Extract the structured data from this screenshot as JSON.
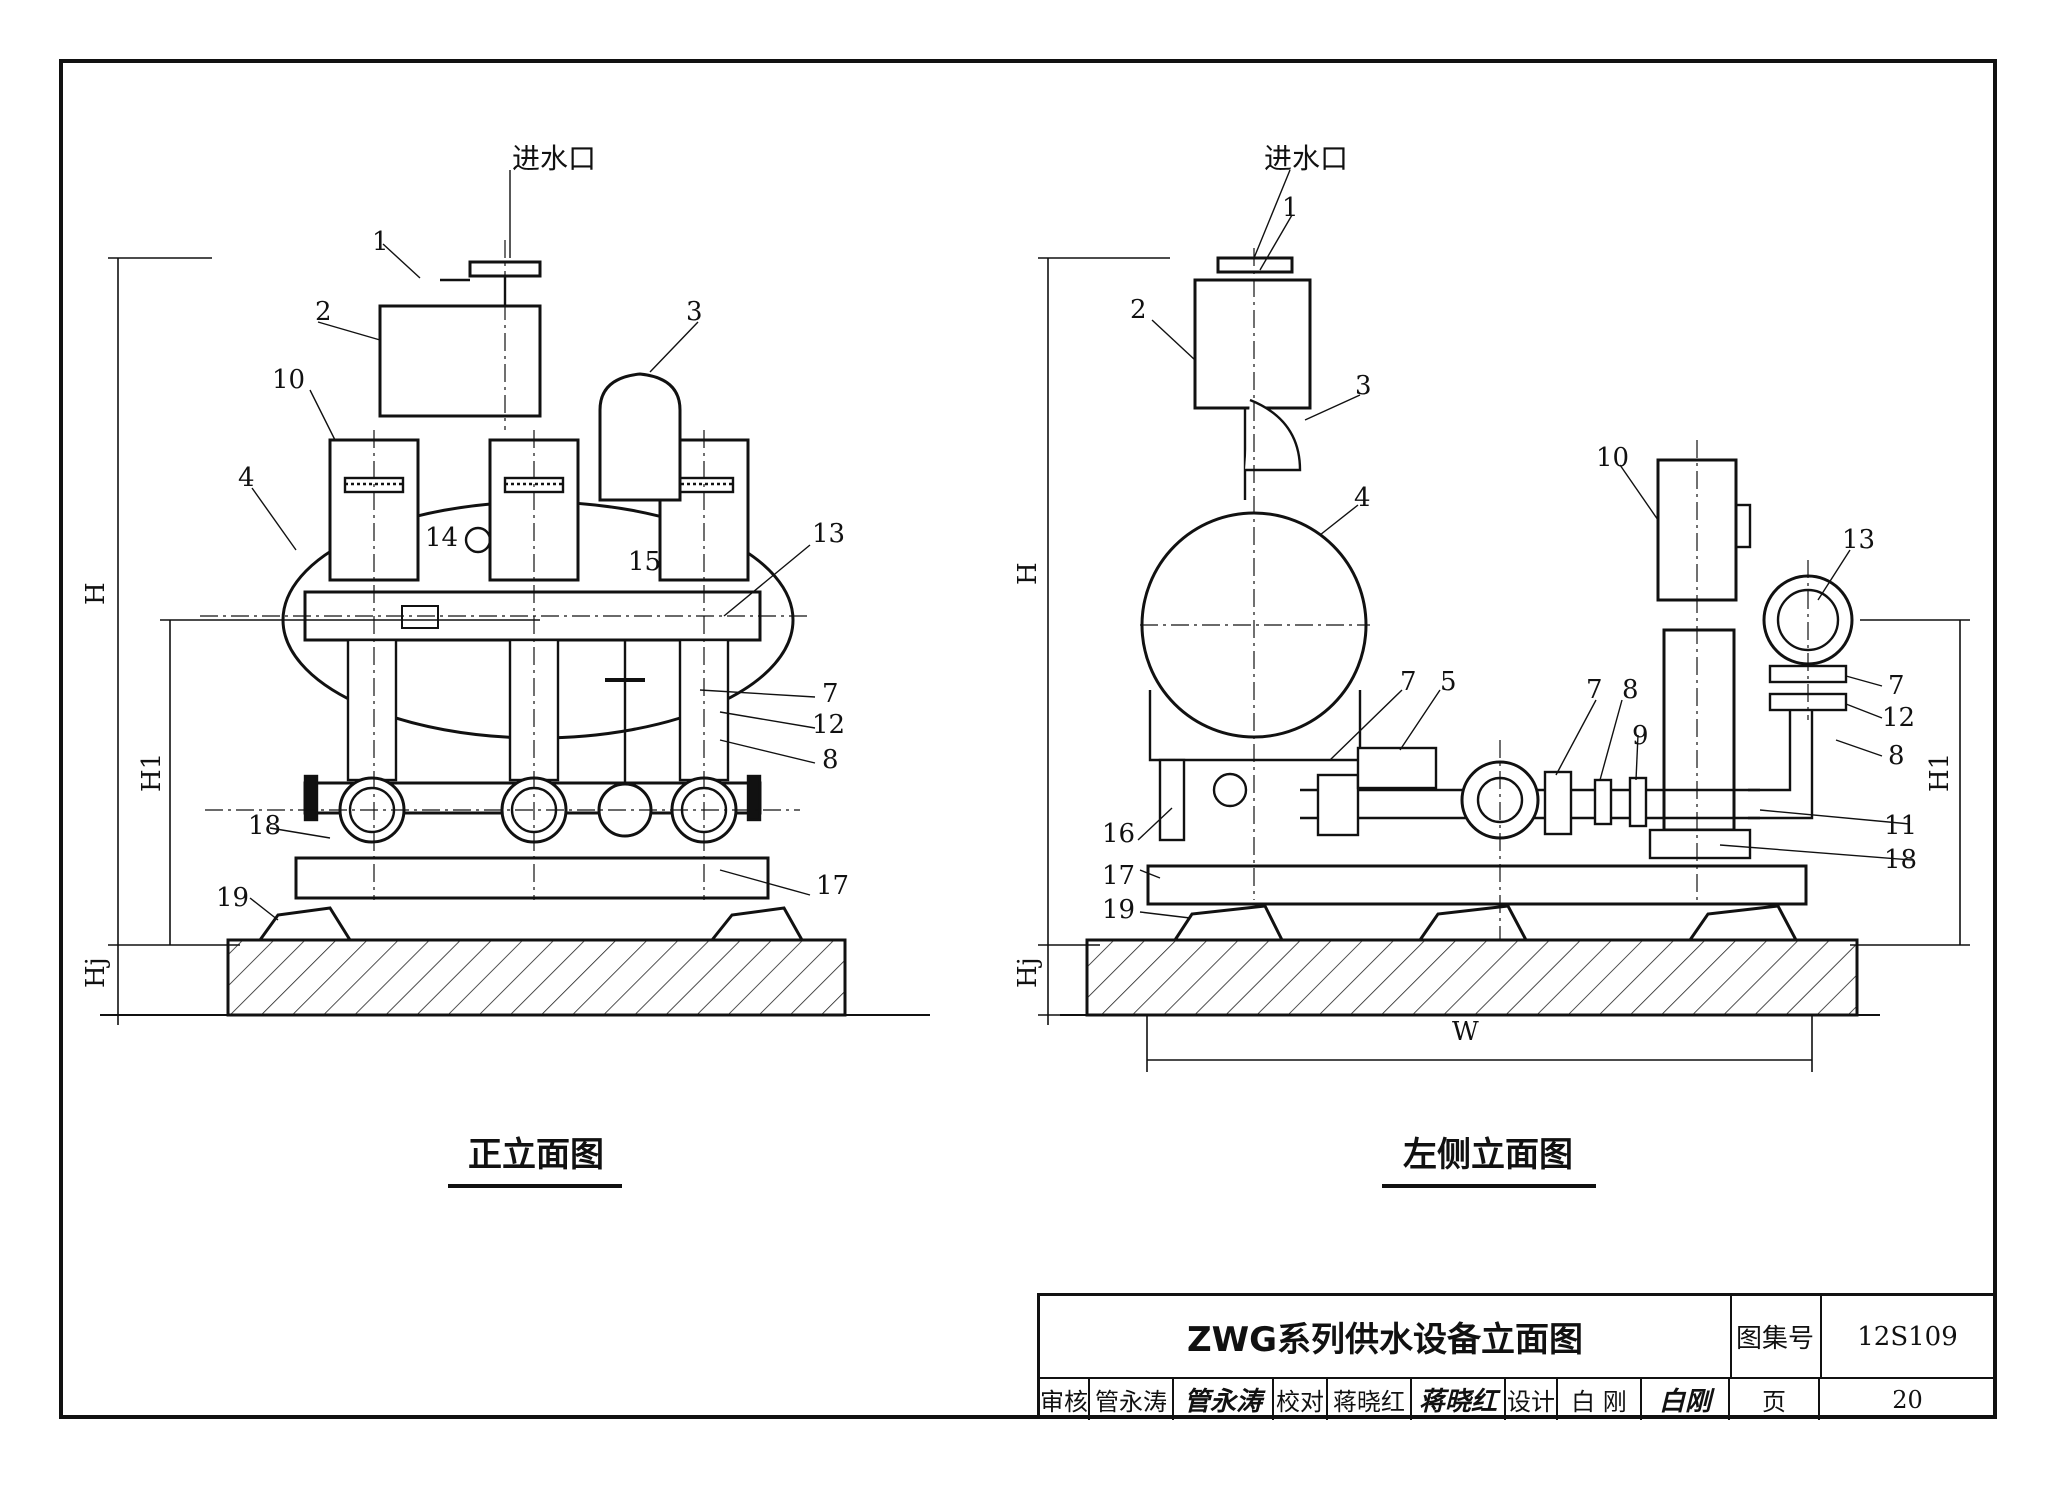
{
  "labels": {
    "inlet": "进水口",
    "dim_H": "H",
    "dim_H1": "H1",
    "dim_Hj": "Hj",
    "dim_W": "W"
  },
  "front_view": {
    "caption": "正立面图",
    "callouts": [
      "1",
      "2",
      "3",
      "10",
      "4",
      "14",
      "15",
      "13",
      "7",
      "12",
      "8",
      "18",
      "19",
      "17"
    ]
  },
  "side_view": {
    "caption": "左侧立面图",
    "callouts": [
      "1",
      "2",
      "3",
      "4",
      "10",
      "13",
      "7",
      "5",
      "7",
      "8",
      "9",
      "7",
      "12",
      "8",
      "11",
      "16",
      "17",
      "18",
      "19"
    ]
  },
  "title_block": {
    "title": "ZWG系列供水设备立面图",
    "atlas_label": "图集号",
    "atlas_no": "12S109",
    "review_label": "审核",
    "review_name": "管永涛",
    "review_sig": "管永涛",
    "check_label": "校对",
    "check_name": "蒋晓红",
    "check_sig": "蒋晓红",
    "design_label": "设计",
    "design_name": "白 刚",
    "design_sig": "白刚",
    "page_label": "页",
    "page_no": "20"
  }
}
